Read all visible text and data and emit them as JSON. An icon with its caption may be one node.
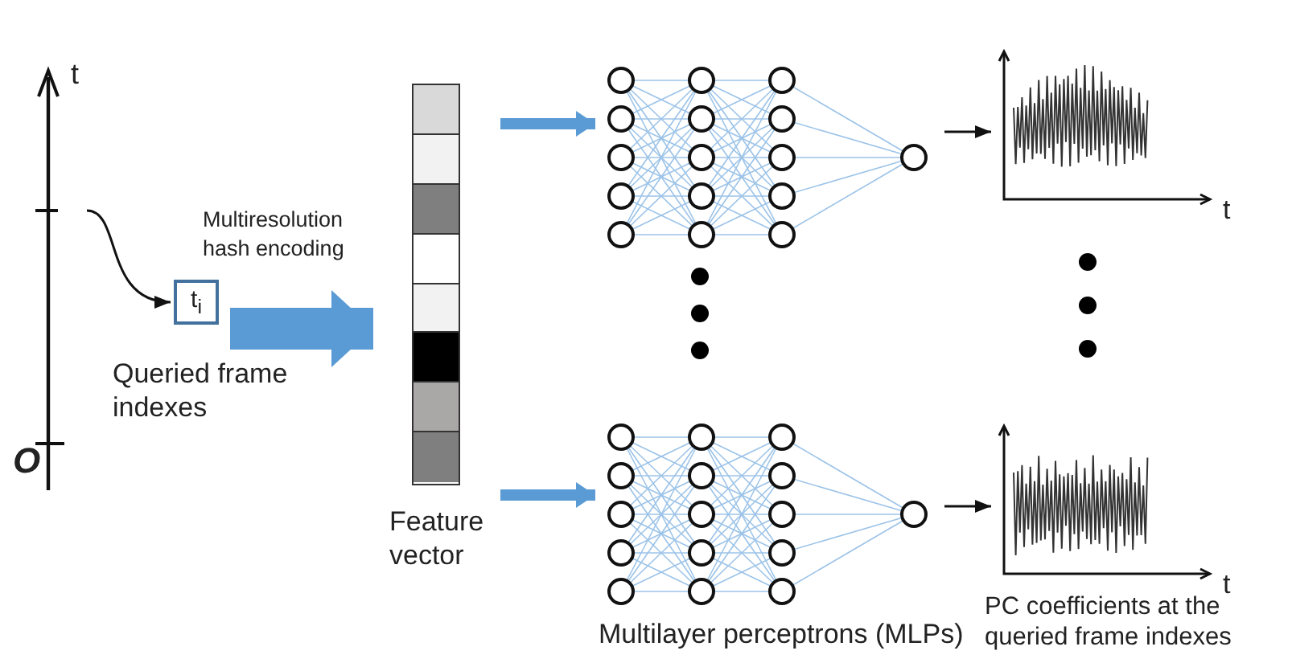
{
  "diagram": {
    "nodes": [
      {
        "text": [
          "t$_{i}$"
        ]
      },
      {
        "text": [
          "Feature vector"
        ]
      },
      {
        "text": [],
        "shape": "picture"
      },
      {
        "text": [],
        "shape": "picture"
      },
      {
        "text": [],
        "shape": "picture"
      },
      {
        "text": [],
        "shape": "picture"
      }
    ],
    "edges": [
      {
        "from": null,
        "to": 0,
        "arrow": "to"
      },
      {
        "from": 0,
        "to": 1,
        "arrow": "to",
        "label": "Multiresolution hash encoding",
        "style": "thick",
        "color": "#5b9bd5"
      },
      {
        "from": 1,
        "to": 2,
        "arrow": "to",
        "style": "thick",
        "color": "#5b9bd5"
      },
      {
        "from": 1,
        "to": 3,
        "arrow": "to",
        "style": "thick",
        "color": "#5b9bd5"
      },
      {
        "from": 2,
        "to": 4,
        "arrow": "to"
      },
      {
        "from": 3,
        "to": 5,
        "arrow": "to"
      }
    ],
    "labels": [
      "t",
      "O",
      "Queried frame indexes",
      "t",
      "t",
      "Multilayer perceptrons (MLPs)",
      "PC coefficients at the queried frame indexes"
    ]
  }
}
